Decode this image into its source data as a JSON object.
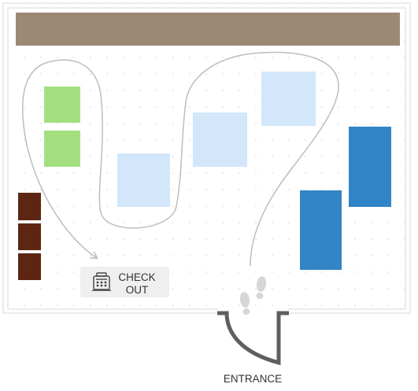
{
  "colors": {
    "wall": "#e6e6e6",
    "dots": "#e9e9e9",
    "counter": "#9c8974",
    "produce": "#a3df7f",
    "shelf_light": "#d3e7fb",
    "shelf_dark": "#3185c7",
    "shelf_brown": "#5d2612",
    "path_line": "#bdbdbd",
    "door": "#5f5f5f",
    "checkout_bg": "#efefef",
    "footprints": "#d6d6d6"
  },
  "checkout": {
    "icon": "cash-register-icon",
    "line1": "CHECK",
    "line2": "OUT"
  },
  "entrance": {
    "label": "ENTRANCE",
    "icon": "footprints-icon"
  }
}
